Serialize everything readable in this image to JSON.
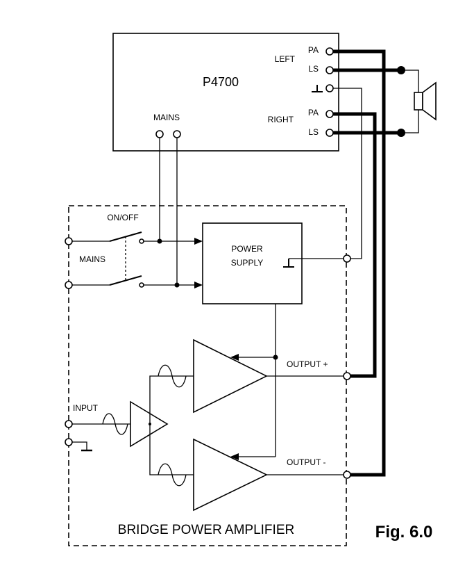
{
  "unit": {
    "name": "P4700",
    "left_label": "LEFT",
    "right_label": "RIGHT",
    "mains_label": "MAINS",
    "pa_label": "PA",
    "ls_label": "LS"
  },
  "amplifier": {
    "title": "BRIDGE POWER AMPLIFIER",
    "onoff_label": "ON/OFF",
    "mains_label": "MAINS",
    "power_supply_line1": "POWER",
    "power_supply_line2": "SUPPLY",
    "output_plus": "OUTPUT +",
    "output_minus": "OUTPUT -",
    "input_label": "INPUT"
  },
  "figure_label": "Fig. 6.0",
  "icons": {
    "speaker": "speaker-icon",
    "ground": "ground-icon",
    "sine": "sine-wave-icon",
    "switch": "switch-icon"
  }
}
